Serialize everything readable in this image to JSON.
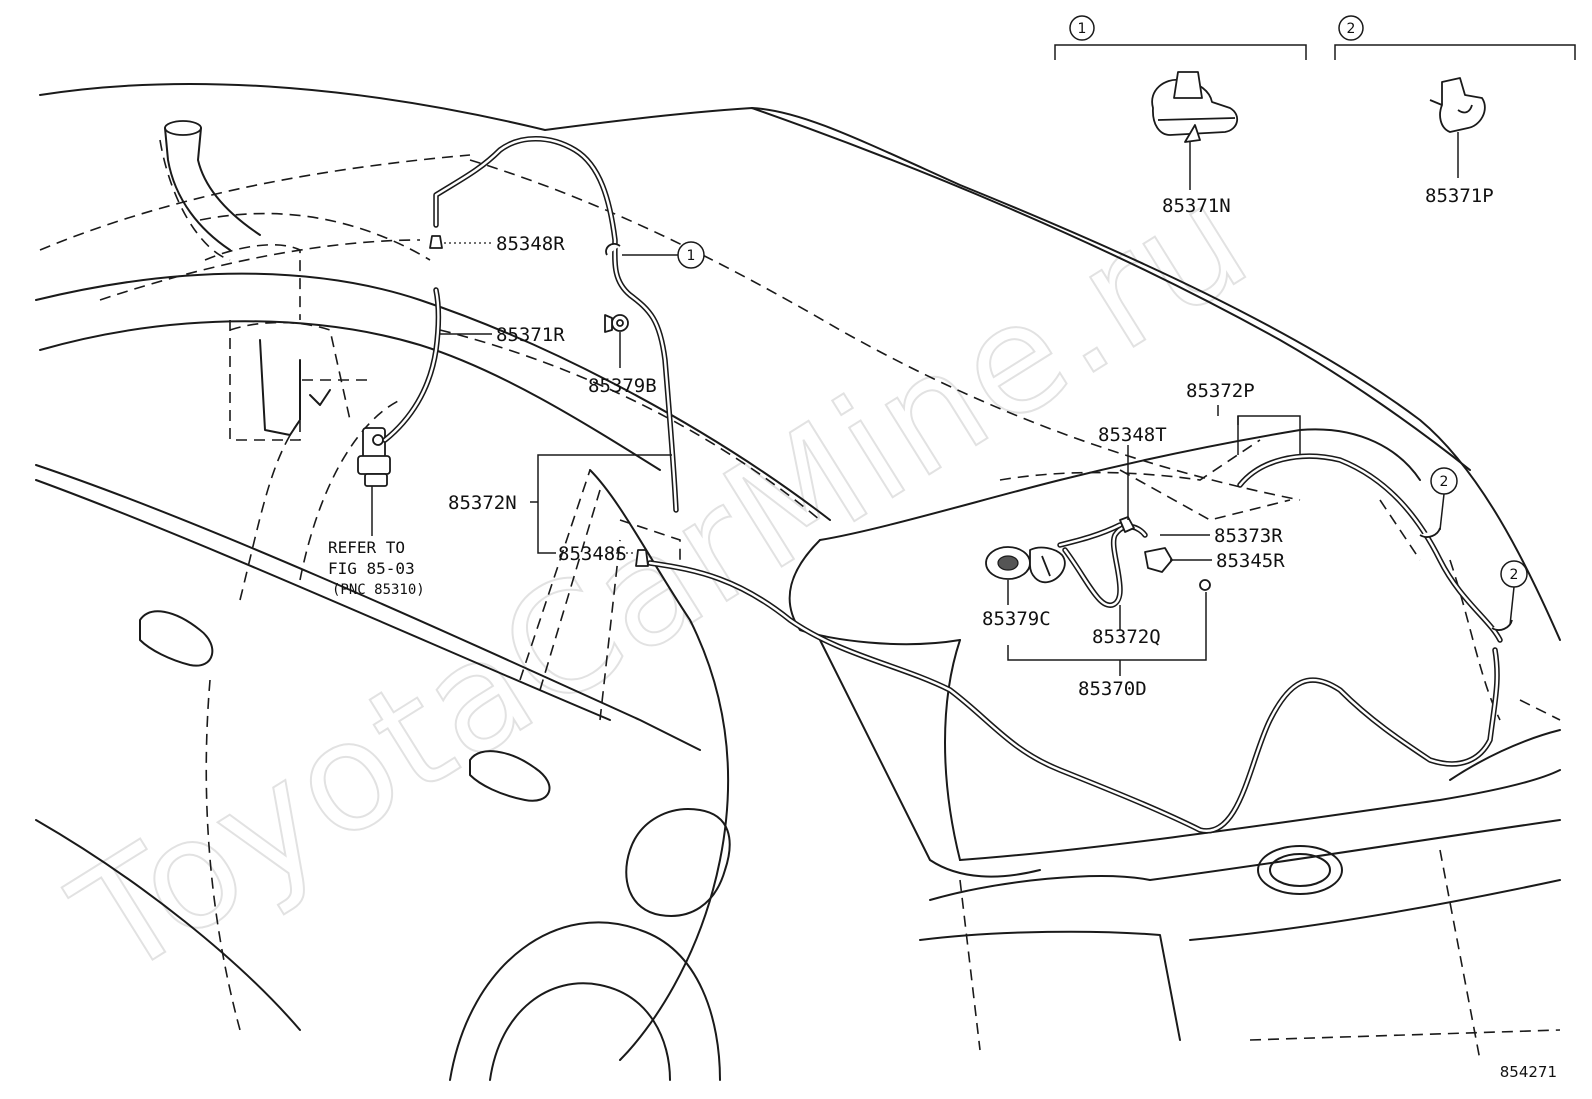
{
  "watermark": "ToyotaCarMine.ru",
  "figure_number": "854271",
  "detail_markers": [
    "1",
    "2"
  ],
  "callout_markers": [
    "1",
    "2",
    "2"
  ],
  "part_labels": {
    "p85348R": "85348R",
    "p85371R": "85371R",
    "p85379B": "85379B",
    "p85372N": "85372N",
    "p85348S": "85348S",
    "p85371N": "85371N",
    "p85371P": "85371P",
    "p85372P": "85372P",
    "p85348T": "85348T",
    "p85373R": "85373R",
    "p85345R": "85345R",
    "p85379C": "85379C",
    "p85372Q": "85372Q",
    "p85370D": "85370D"
  },
  "refer_note": [
    "REFER TO",
    "FIG 85-03",
    "(PNC 85310)"
  ]
}
